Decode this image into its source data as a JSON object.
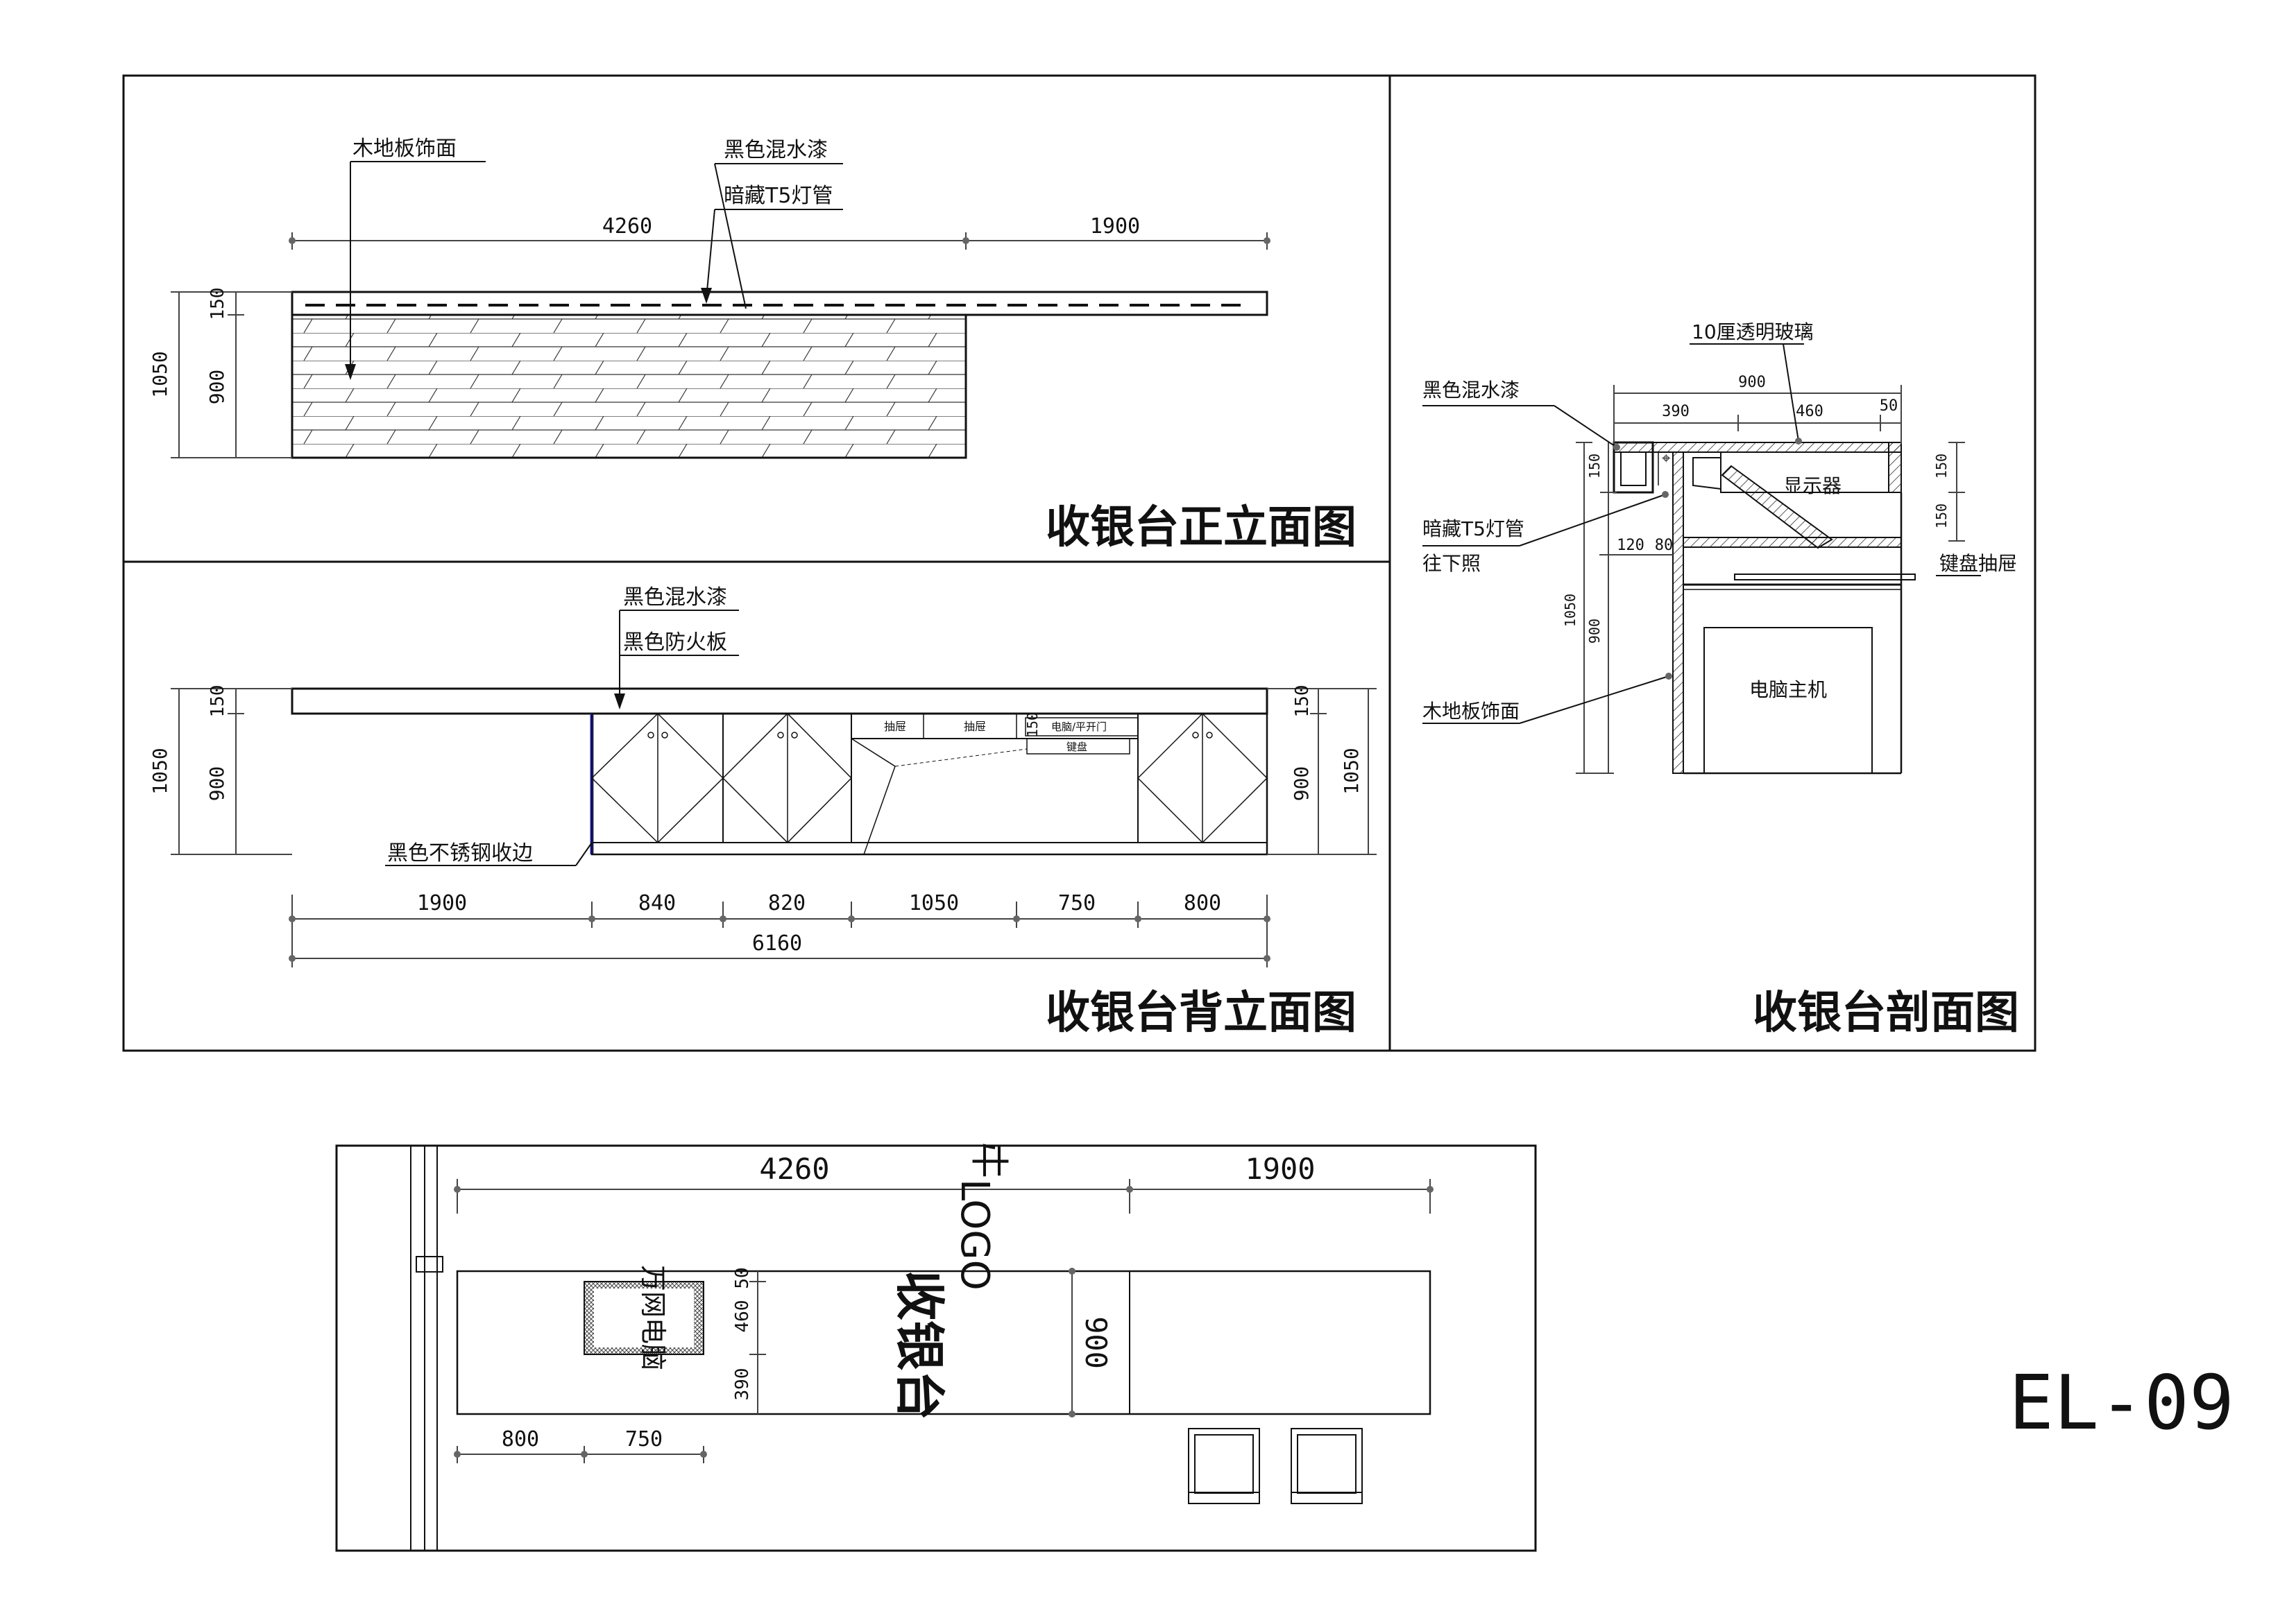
{
  "sheet_code": "EL-09",
  "front_elevation": {
    "title": "收银台正立面图",
    "callouts": [
      "木地板饰面",
      "黑色混水漆",
      "暗藏T5灯管"
    ],
    "dims_top": [
      "4260",
      "1900"
    ],
    "dims_left": [
      "1050",
      "150",
      "900"
    ]
  },
  "back_elevation": {
    "title": "收银台背立面图",
    "callouts": [
      "黑色混水漆",
      "黑色防火板",
      "黑色不锈钢收边"
    ],
    "dims_left": [
      "1050",
      "150",
      "900"
    ],
    "dims_right": [
      "150",
      "900",
      "1050"
    ],
    "dims_bottom": [
      "1900",
      "840",
      "820",
      "1050",
      "750",
      "800"
    ],
    "dims_total": "6160",
    "inner_labels": [
      "抽屉",
      "抽屉",
      "150",
      "电脑/平开门",
      "键盘"
    ]
  },
  "section": {
    "title": "收银台剖面图",
    "callouts": [
      "10厘透明玻璃",
      "黑色混水漆",
      "暗藏T5灯管",
      "往下照",
      "木地板饰面",
      "键盘抽屉"
    ],
    "dims_top": [
      "900",
      "390",
      "460",
      "50"
    ],
    "dims_left": [
      "150",
      "1050",
      "900"
    ],
    "dims_right": [
      "150",
      "150"
    ],
    "dims_inner": [
      "120",
      "80"
    ],
    "labels": [
      "显示器",
      "电脑主机"
    ]
  },
  "plan": {
    "dims_top": [
      "4260",
      "1900"
    ],
    "logo_text": "LOGO",
    "logo_mark": "㐄",
    "counter_text": "收银台",
    "monitor_text": "万网电脑",
    "dims_side": [
      "50",
      "460",
      "390"
    ],
    "dim_depth": "900",
    "dims_bottom": [
      "800",
      "750"
    ]
  }
}
